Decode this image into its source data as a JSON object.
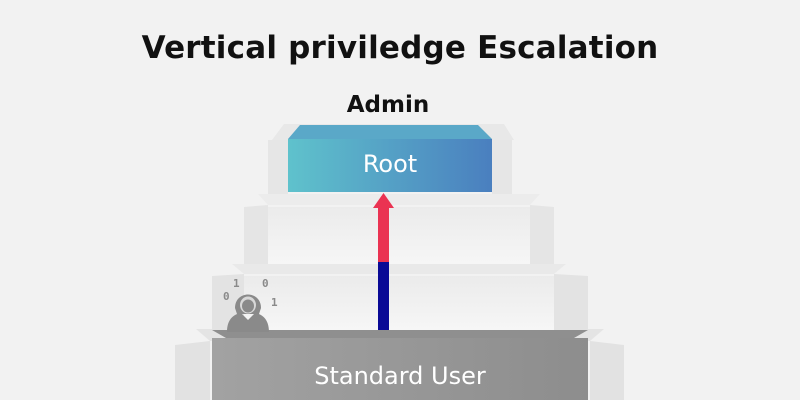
{
  "diagram": {
    "title": "Vertical priviledge Escalation",
    "top_label": "Admin",
    "root_label": "Root",
    "bottom_label": "Standard User",
    "hacker_digits": [
      "1",
      "0",
      "0",
      "1"
    ],
    "colors": {
      "root_gradient_start": "#5fc2cc",
      "root_gradient_end": "#4a7fbf",
      "arrow_upper": "#ea3352",
      "arrow_lower": "#0a0a96",
      "standard_user_step": "#9a9a9a",
      "background": "#f2f2f2"
    },
    "icons": [
      "hacker-icon",
      "arrow-up-icon"
    ]
  }
}
